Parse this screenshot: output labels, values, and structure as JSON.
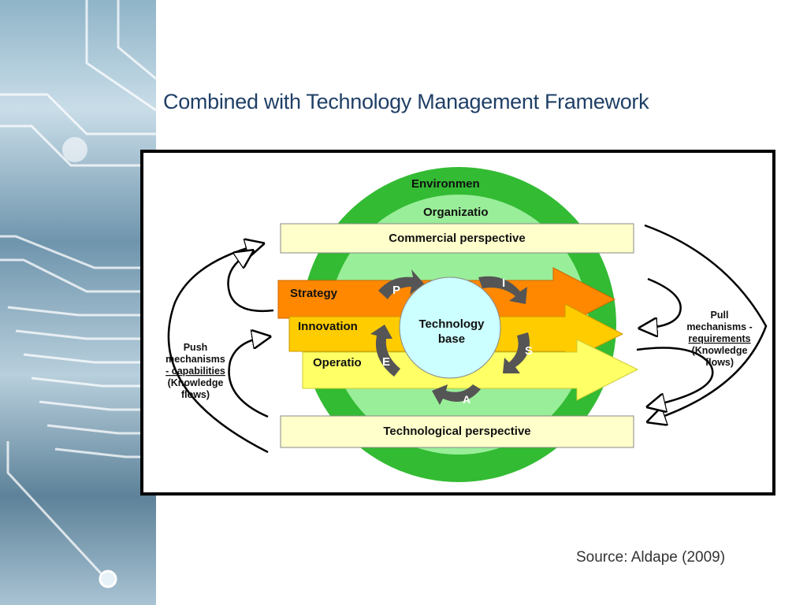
{
  "slide": {
    "title": "Combined with Technology Management Framework",
    "source": "Source: Aldape (2009)"
  },
  "diagram": {
    "rings": {
      "environment": "Environmen",
      "organization": "Organizatio"
    },
    "bands": {
      "commercial": "Commercial perspective",
      "technological": "Technological perspective"
    },
    "arrows": {
      "strategy": "Strategy",
      "innovation": "Innovation",
      "operation": "Operatio"
    },
    "center": {
      "line1": "Technology",
      "line2": "base"
    },
    "cycle_letters": {
      "p": "P",
      "i": "I",
      "s": "S",
      "a": "A",
      "e": "E"
    },
    "push": {
      "l1": "Push",
      "l2": "mechanisms",
      "l3": "- capabilities",
      "l4": "(Knowledge",
      "l5": "flows)"
    },
    "pull": {
      "l1": "Pull",
      "l2": "mechanisms -",
      "l3": "requirements",
      "l4": "(Knowledge",
      "l5": "flows)"
    },
    "colors": {
      "environment_green": "#33bb33",
      "organization_green": "#99ee99",
      "band_fill": "#ffffcc",
      "strategy_orange": "#ff8800",
      "innovation_yellow": "#ffcc00",
      "operation_yellow": "#ffff66",
      "center_cyan": "#ccffff",
      "cycle_gray": "#555555"
    }
  }
}
